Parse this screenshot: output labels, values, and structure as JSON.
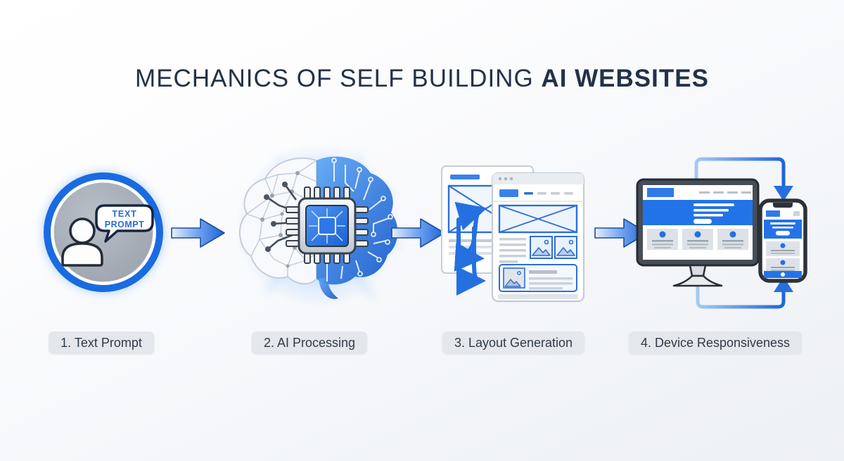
{
  "title": {
    "regular": "MECHANICS OF SELF BUILDING ",
    "bold": "AI WEBSITES"
  },
  "steps": [
    {
      "label": "1. Text Prompt"
    },
    {
      "label": "2. AI Processing"
    },
    {
      "label": "3. Layout Generation"
    },
    {
      "label": "4. Device Responsiveness"
    }
  ],
  "bubble": {
    "line1": "TEXT",
    "line2": "PROMPT"
  },
  "colors": {
    "accent_blue": "#2470e0",
    "hero_blue": "#2373e8",
    "outline_navy": "#1c4f9e",
    "title_navy": "#233247",
    "label_bg": "#e4e7eb",
    "label_text": "#303b48",
    "avatar_gray": "#a2a9b2",
    "wire_border": "#c7ced8"
  }
}
